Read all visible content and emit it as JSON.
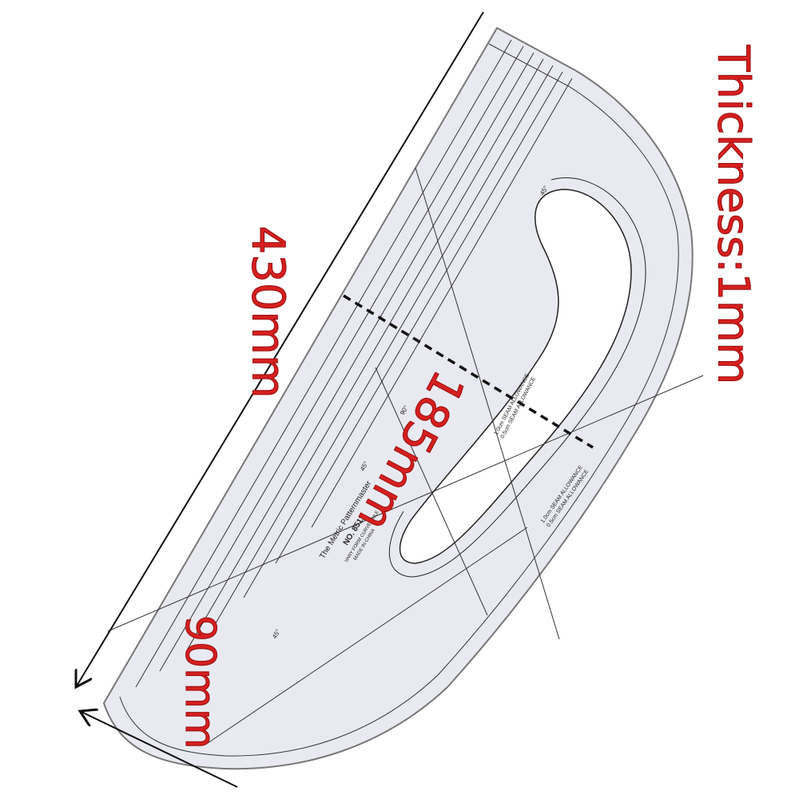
{
  "labels": {
    "thickness": "Thickness:1mm",
    "length": "430mm",
    "width": "185mm",
    "end_width": "90mm"
  },
  "ruler": {
    "brand": "The Metric Patternmaster",
    "model": "NO. 8511",
    "subtitle": "VARY FORM CURVE RULE",
    "origin": "MADE IN CHINA",
    "seam_1": "1.0cm SEAM ALLOWANCE",
    "seam_2": "0.5cm SEAM ALLOWANCE",
    "angle_45": "45°",
    "angle_90": "90°"
  },
  "colors": {
    "annotation": "#d61f1f",
    "ruler": "#e9eaf1",
    "lines": "#222222"
  }
}
